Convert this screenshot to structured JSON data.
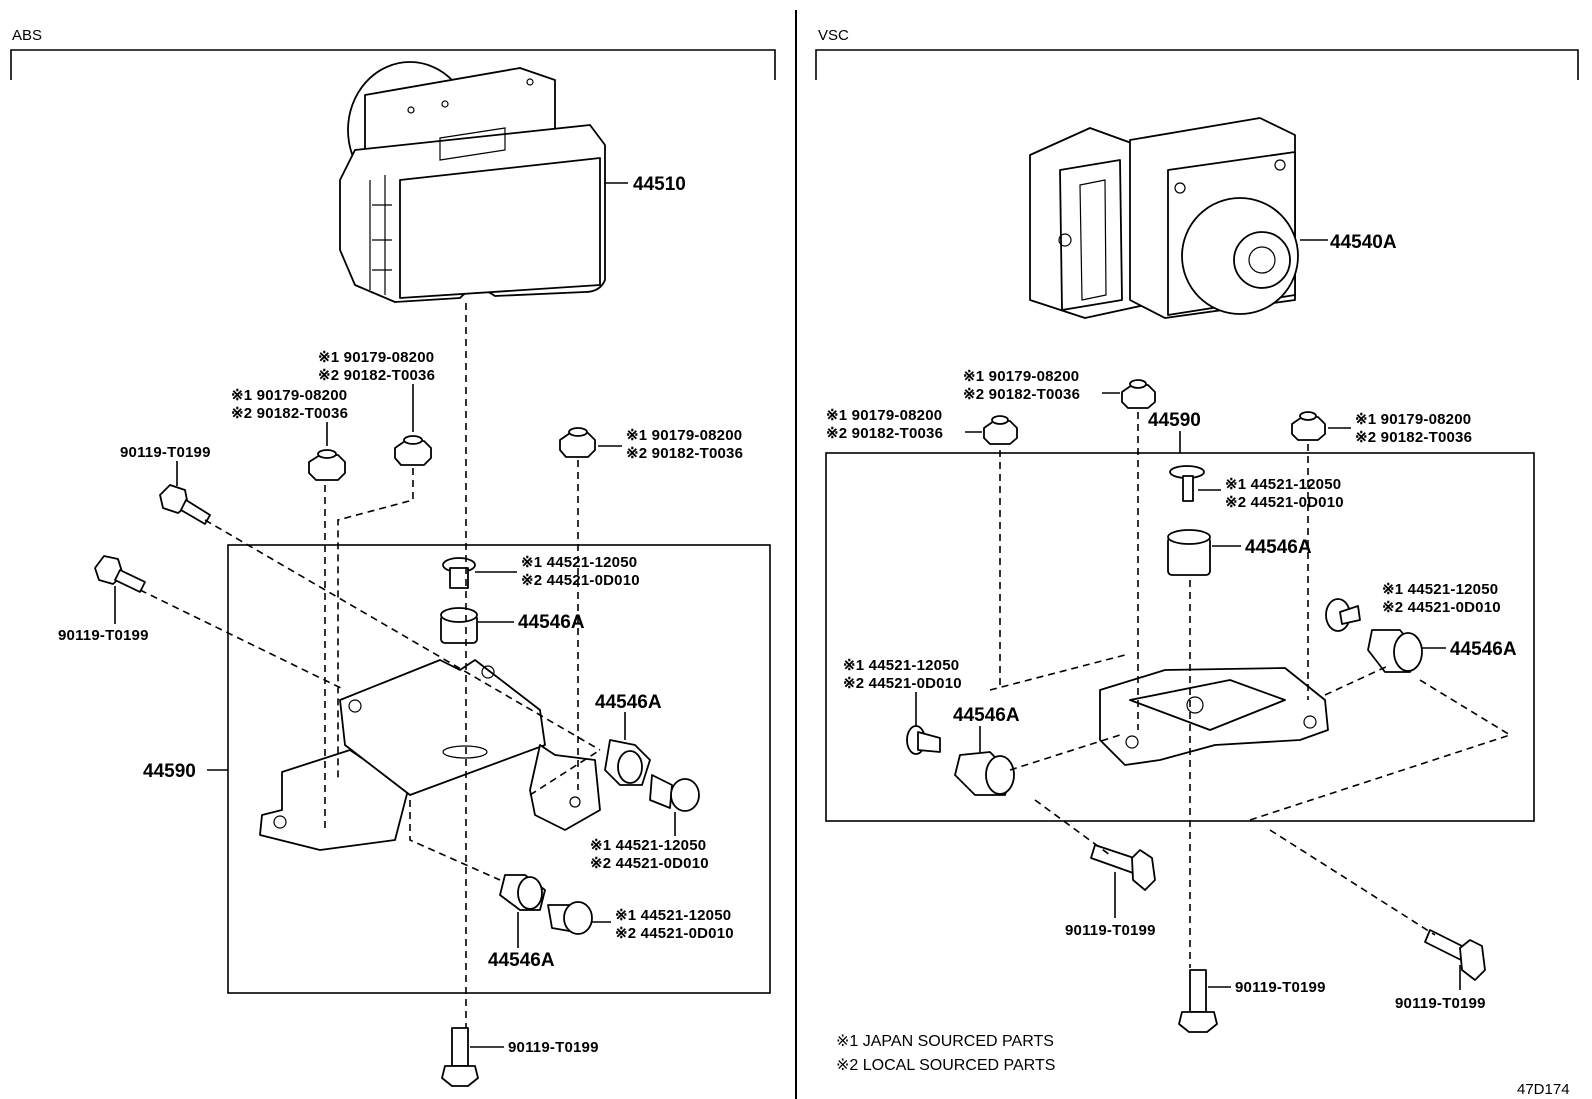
{
  "sections": {
    "abs": "ABS",
    "vsc": "VSC"
  },
  "footer_code": "47D174",
  "legend": [
    "※1 JAPAN SOURCED PARTS",
    "※2 LOCAL SOURCED PARTS"
  ],
  "abs": {
    "actuator": "44510",
    "bracket": "44590",
    "bolt_top_left": "90119-T0199",
    "bolt_left": "90119-T0199",
    "bolt_bottom": "90119-T0199",
    "nut_a": [
      "※1 90179-08200",
      "※2 90182-T0036"
    ],
    "nut_b": [
      "※1 90179-08200",
      "※2 90182-T0036"
    ],
    "nut_c": [
      "※1 90179-08200",
      "※2 90182-T0036"
    ],
    "collar_top": [
      "※1 44521-12050",
      "※2 44521-0D010"
    ],
    "cushion_top": "44546A",
    "cushion_right": "44546A",
    "collar_right": [
      "※1 44521-12050",
      "※2 44521-0D010"
    ],
    "collar_bottom": [
      "※1 44521-12050",
      "※2 44521-0D010"
    ],
    "cushion_bottom": "44546A"
  },
  "vsc": {
    "actuator": "44540A",
    "bracket": "44590",
    "nut_top": [
      "※1 90179-08200",
      "※2 90182-T0036"
    ],
    "nut_left": [
      "※1 90179-08200",
      "※2 90182-T0036"
    ],
    "nut_right": [
      "※1 90179-08200",
      "※2 90182-T0036"
    ],
    "collar_top": [
      "※1 44521-12050",
      "※2 44521-0D010"
    ],
    "cushion_top": "44546A",
    "collar_right": [
      "※1 44521-12050",
      "※2 44521-0D010"
    ],
    "cushion_right": "44546A",
    "collar_left": [
      "※1 44521-12050",
      "※2 44521-0D010"
    ],
    "cushion_left": "44546A",
    "bolt_center": "90119-T0199",
    "bolt_bottom": "90119-T0199",
    "bolt_right": "90119-T0199"
  }
}
